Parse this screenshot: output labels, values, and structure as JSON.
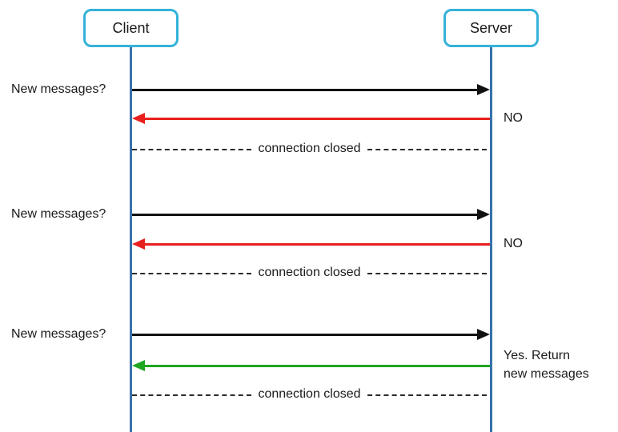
{
  "actors": {
    "client": "Client",
    "server": "Server"
  },
  "colors": {
    "actor_border": "#35b2da",
    "lifeline": "#3572ab",
    "request_arrow": "#111111",
    "response_no": "#e8201d",
    "response_yes": "#1fa621",
    "closed_line": "#2b2b2b",
    "text": "#1a1a1a"
  },
  "cycles": [
    {
      "request_label": "New messages?",
      "response_label": "NO",
      "closed_label": "connection closed"
    },
    {
      "request_label": "New messages?",
      "response_label": "NO",
      "closed_label": "connection closed"
    },
    {
      "request_label": "New messages?",
      "response_label": "Yes. Return\nnew messages",
      "closed_label": "connection closed"
    }
  ]
}
